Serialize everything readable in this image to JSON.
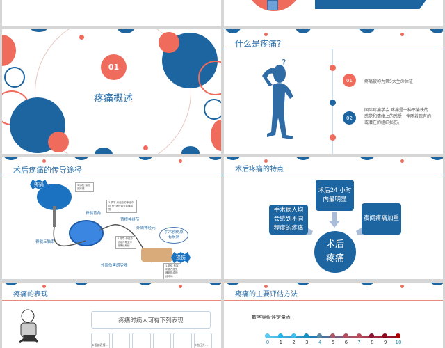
{
  "slides": {
    "overview": {
      "number": "01",
      "title": "疼痛概述"
    },
    "what_is_pain": {
      "title": "什么是疼痛?",
      "question_mark": "?",
      "items": [
        {
          "number": "01",
          "text": "疼痛被称为第5大生命体征"
        },
        {
          "number": "02",
          "text": "国际疼痛学会  疼痛是一种不愉快的感觉和情绪上的感受，伴随着现有的或潜在的组织损伤。"
        }
      ]
    },
    "pathway": {
      "title": "术后疼痛的传导途径",
      "burst_top": "疼痛",
      "burst_bottom": "损伤",
      "labels": [
        "脊髓背角",
        "背根神经节",
        "外周神经元",
        "脊髓丘脑束",
        "外周伤害感受器"
      ],
      "cloud": "手术创伤原有疾病",
      "notes": [
        "4.感知 感觉到疼痛",
        "3.调节 来自脑的神经冲动下行途径调节疼痛感觉",
        "2.传导 神经冲动经传导至中枢神经系统",
        "1.转化 有害刺激在感受器转换成神经冲动"
      ]
    },
    "features": {
      "title": "术后疼痛的特点",
      "center": "术后疼痛",
      "top": "术后24 小时内最明显",
      "left": "手术病人均会感到不同程度的疼痛",
      "right": "夜间疼痛加重"
    },
    "manifestation": {
      "title": "疼痛的表现",
      "banner": "疼痛时病人可有下列表现",
      "cells": [
        "①面部表情…",
        "",
        "",
        "",
        "",
        "⑥血压升…"
      ]
    },
    "assessment": {
      "title": "疼痛的主要评估方法",
      "scale_title": "数字等级评定量表",
      "scale": [
        "0",
        "1",
        "2",
        "3",
        "4",
        "5",
        "6",
        "7",
        "8",
        "9",
        "10"
      ],
      "scale_colors": [
        "#5bc8ef",
        "#22b5e8",
        "#3fc0ea",
        "#1a8fbf",
        "#5d8aa0",
        "#a65a6a",
        "#b34d5d",
        "#b84f5e",
        "#8a1535",
        "#8a0a20",
        "#b00000"
      ]
    }
  }
}
